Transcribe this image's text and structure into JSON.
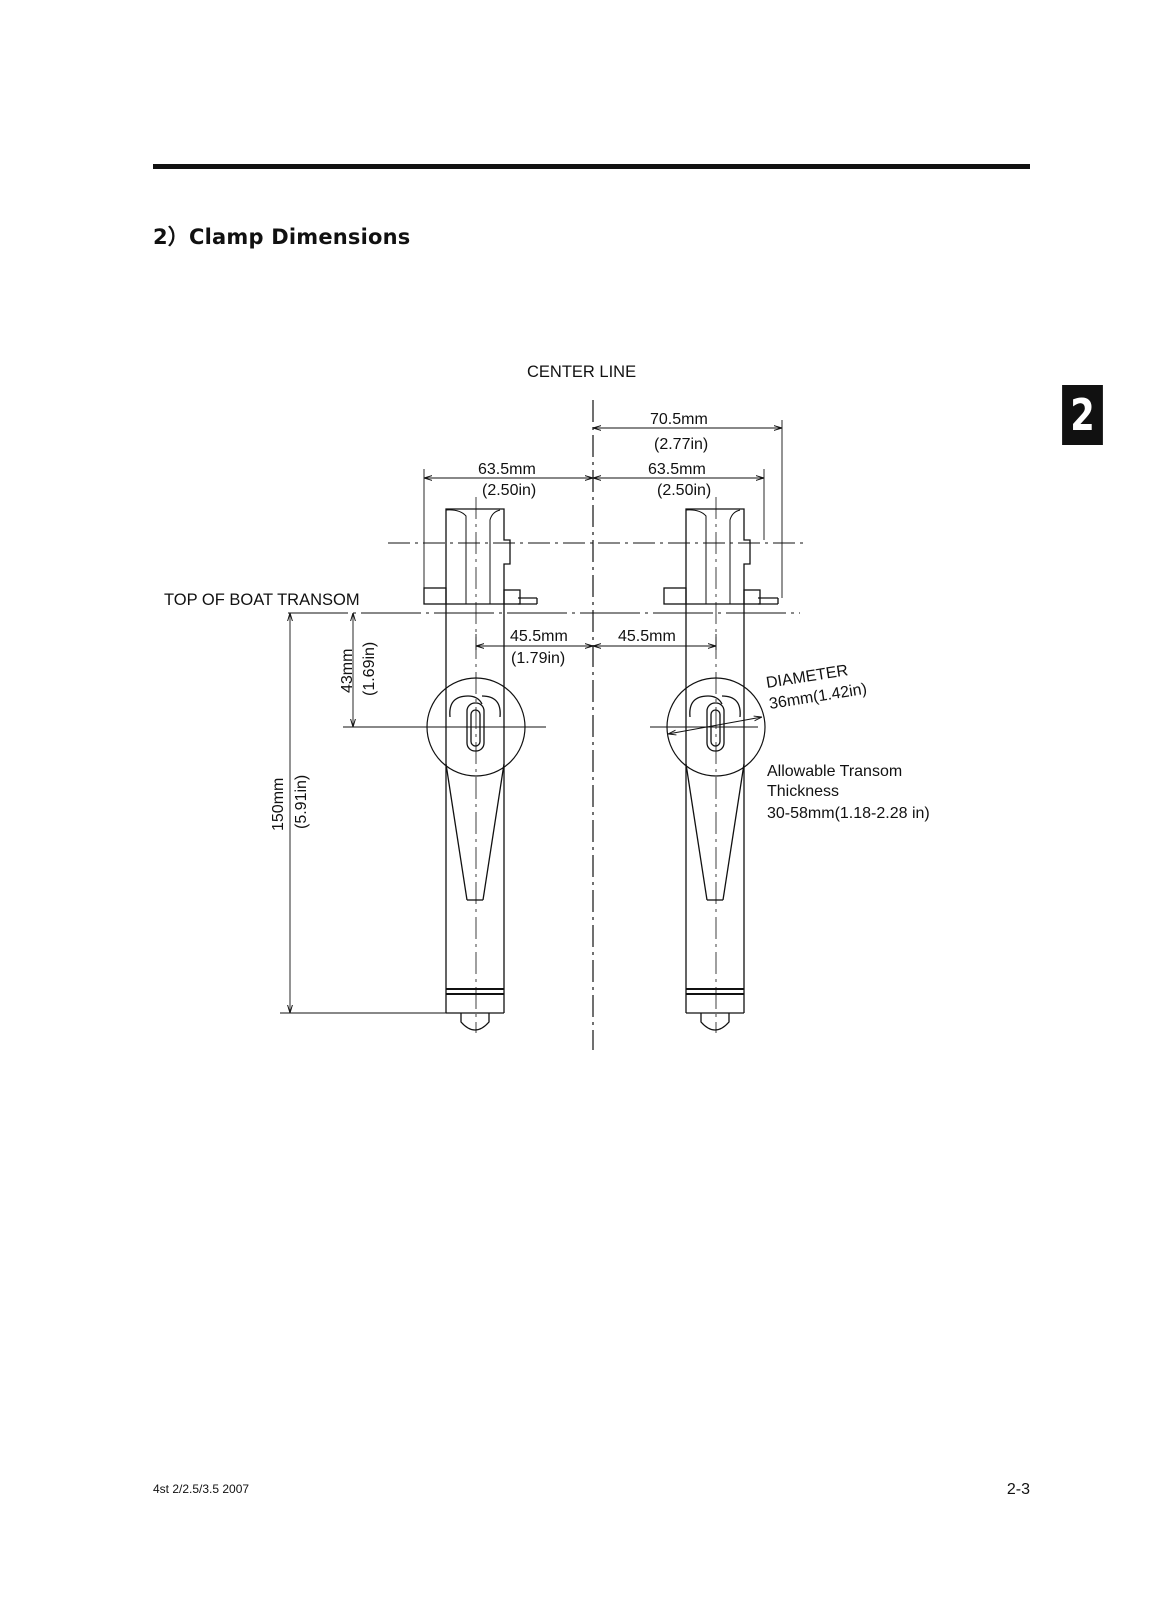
{
  "section": {
    "title": "2）Clamp Dimensions"
  },
  "chapter_tab": "2",
  "diagram": {
    "center_line": "CENTER LINE",
    "top_transom": "TOP OF BOAT TRANSOM",
    "dim_70_5_mm": "70.5mm",
    "dim_70_5_in": "(2.77in)",
    "dim_63_5_left_mm": "63.5mm",
    "dim_63_5_left_in": "(2.50in)",
    "dim_63_5_right_mm": "63.5mm",
    "dim_63_5_right_in": "(2.50in)",
    "dim_45_5_left_mm": "45.5mm",
    "dim_45_5_left_in": "(1.79in)",
    "dim_45_5_right_mm": "45.5mm",
    "dim_43_mm": "43mm",
    "dim_43_in": "(1.69in)",
    "dim_150_mm": "150mm",
    "dim_150_in": "(5.91in)",
    "diameter_label": "DIAMETER",
    "diameter_value": "36mm(1.42in)",
    "transom_note_1": "Allowable Transom",
    "transom_note_2": "Thickness",
    "transom_note_3": "30-58mm(1.18-2.28 in)"
  },
  "footer": {
    "model": "4st  2/2.5/3.5  2007",
    "page": "2-3"
  }
}
